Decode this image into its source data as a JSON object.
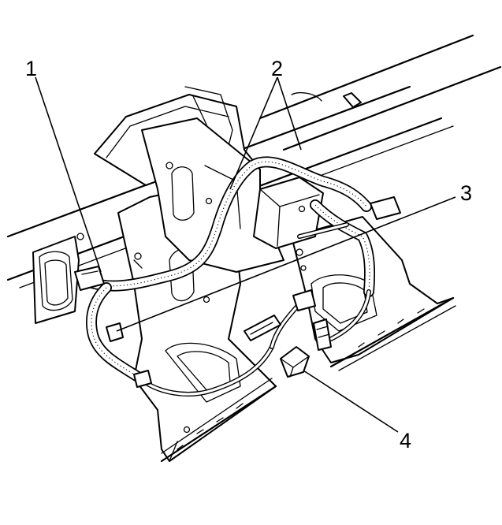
{
  "callouts": [
    {
      "id": 1,
      "label": "1"
    },
    {
      "id": 2,
      "label": "2"
    },
    {
      "id": 3,
      "label": "3"
    },
    {
      "id": 4,
      "label": "4"
    }
  ]
}
